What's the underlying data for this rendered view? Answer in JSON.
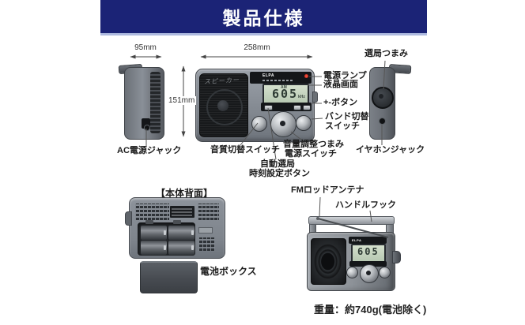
{
  "header": {
    "title": "製品仕様"
  },
  "dims": {
    "side_width": "95mm",
    "height": "151mm",
    "front_width": "258mm"
  },
  "parts": {
    "tuning_knob": "選局つまみ",
    "power_lamp": "電源ランプ",
    "lcd_screen": "液晶画面",
    "plus_minus_buttons": "+-ボタン",
    "band_switch_line1": "バンド切替",
    "band_switch_line2": "スイッチ",
    "ac_power_jack": "AC電源ジャック",
    "tone_switch": "音質切替スイッチ",
    "volume_knob": "音量調整つまみ",
    "power_switch": "電源スイッチ",
    "auto_tuning_line1": "自動選局",
    "auto_tuning_line2": "時刻設定ボタン",
    "earphone_jack": "イヤホンジャック"
  },
  "radio": {
    "brand": "ELPA",
    "display_frequency": "605",
    "display_band": "AM",
    "display_unit": "kHz",
    "speaker_text": "スピーカー"
  },
  "back": {
    "title": "【本体背面】",
    "battery_box": "電池ボックス"
  },
  "persp": {
    "fm_rod_antenna": "FMロッドアンテナ",
    "handle_hook": "ハンドルフック",
    "weight": "重量：約740g(電池除く)"
  },
  "colors": {
    "header_bg": "#1b2376",
    "header_text": "#ffffff",
    "label_text": "#1c1c1c",
    "leader_line": "#555555",
    "lcd_bg": "#c9d8c6",
    "lamp_red": "#c22418"
  }
}
